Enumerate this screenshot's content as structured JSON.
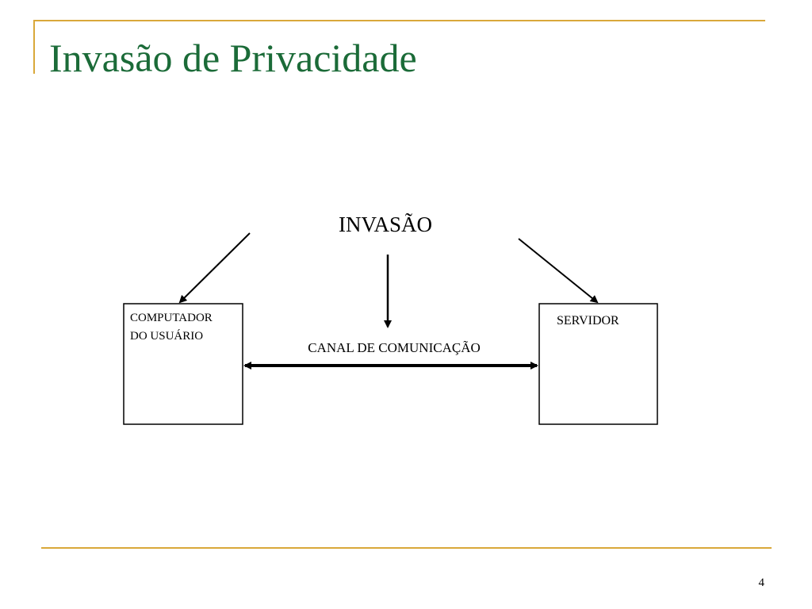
{
  "slide": {
    "title": "Invasão de Privacidade",
    "page_number": "4"
  },
  "diagram": {
    "invasion_label": "INVASÃO",
    "channel_label": "CANAL DE COMUNICAÇÃO",
    "user_computer": {
      "line1": "COMPUTADOR",
      "line2": "DO USUÁRIO"
    },
    "server": {
      "label": "SERVIDOR"
    }
  },
  "colors": {
    "title": "#1b6b38",
    "accent_rule": "#d9a83a",
    "diagram_ink": "#000000"
  }
}
